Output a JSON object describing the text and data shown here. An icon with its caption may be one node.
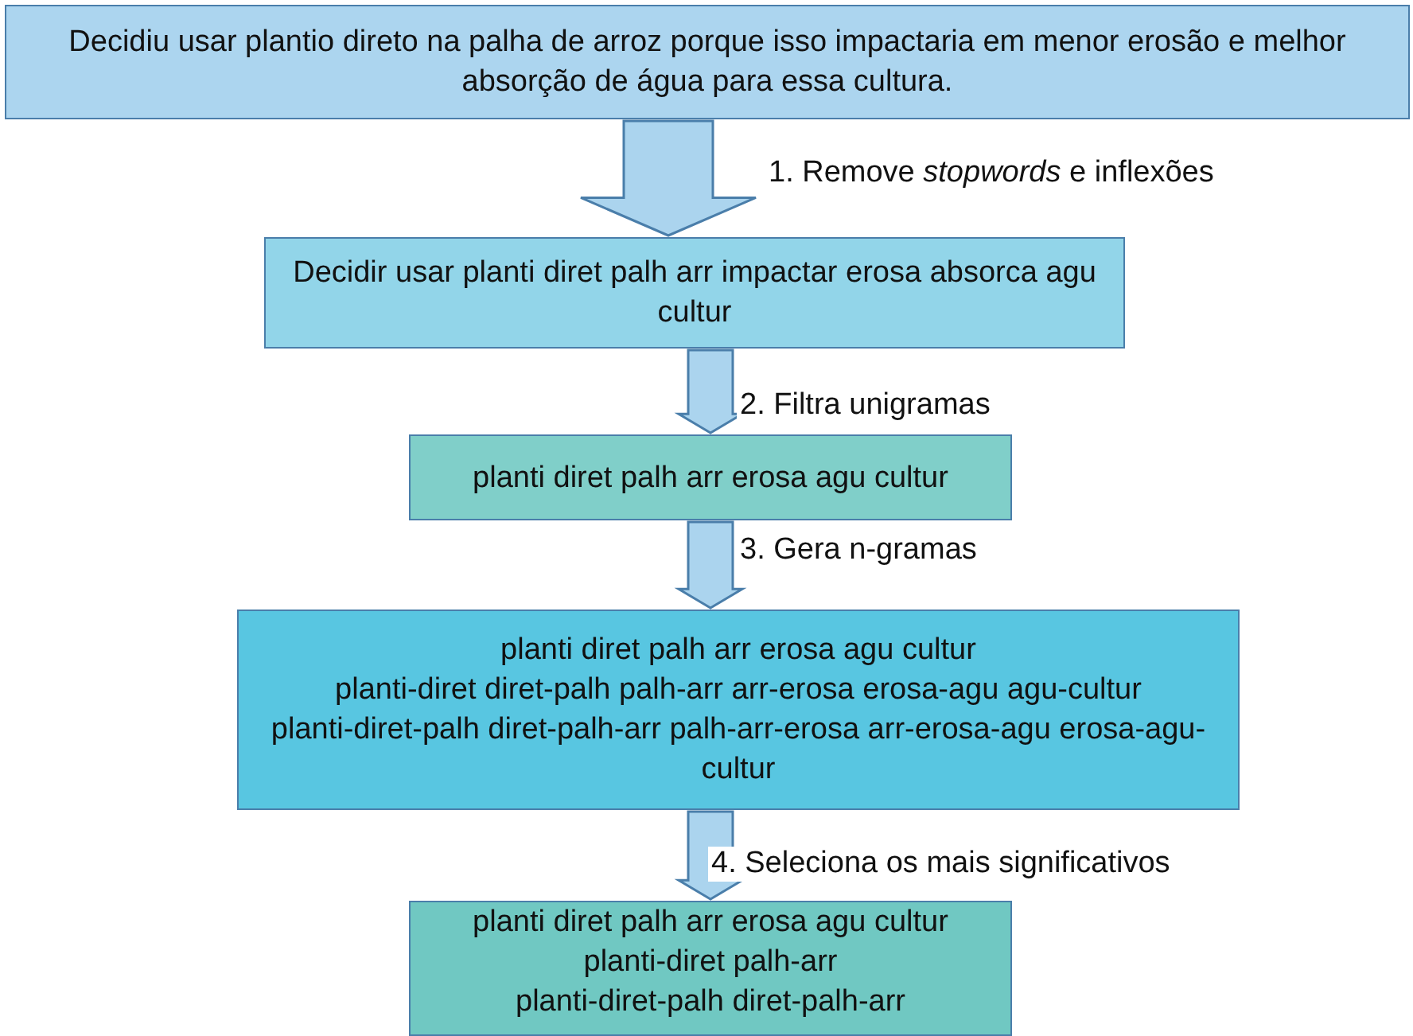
{
  "diagram": {
    "nodes": [
      {
        "text": [
          "Decidiu usar plantio direto na palha de arroz porque isso impactaria em menor erosão e melhor absorção de água para essa cultura."
        ]
      },
      {
        "text": [
          "Decidir usar planti diret palh arr impactar erosa absorca agu cultur"
        ]
      },
      {
        "text": [
          "planti diret palh arr erosa agu cultur"
        ]
      },
      {
        "text": [
          "planti diret palh arr erosa agu cultur",
          "planti-diret diret-palh palh-arr arr-erosa erosa-agu agu-cultur",
          "planti-diret-palh diret-palh-arr palh-arr-erosa arr-erosa-agu erosa-agu-cultur"
        ]
      },
      {
        "text": [
          "planti diret palh arr erosa agu cultur",
          "planti-diret palh-arr",
          "planti-diret-palh diret-palh-arr"
        ]
      }
    ],
    "edges": [
      {
        "from": 0,
        "to": 1,
        "arrow": "to",
        "label": "1. Remove *stopwords* e inflexões"
      },
      {
        "from": 1,
        "to": 2,
        "arrow": "to",
        "label": "2. Filtra unigramas"
      },
      {
        "from": 2,
        "to": 3,
        "arrow": "to",
        "label": "3. Gera n-gramas"
      },
      {
        "from": 3,
        "to": 4,
        "arrow": "to",
        "label": "4. Seleciona os mais significativos"
      }
    ]
  }
}
